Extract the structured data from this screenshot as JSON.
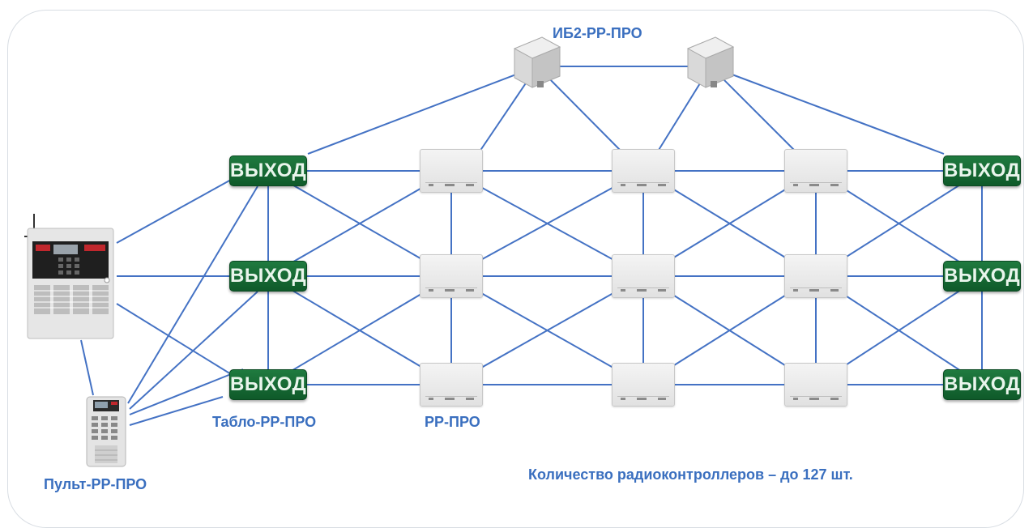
{
  "labels": {
    "ib2": "ИБ2-РР-ПРО",
    "tablo": "Табло-РР-ПРО",
    "rr": "РР-ПРО",
    "pult": "Пульт-РР-ПРО",
    "count_note": "Количество радиоконтроллеров – до 127 шт."
  },
  "exit_sign_text": "ВЫХОД",
  "icons": {
    "panel": "fire-control-panel-icon",
    "keypad": "keypad-remote-icon",
    "power": "power-supply-module-icon",
    "controller": "radio-controller-icon",
    "exit": "exit-sign-icon"
  },
  "colors": {
    "link": "#4472c4",
    "label": "#3a6fbf",
    "exit_green": "#1a6e37"
  }
}
